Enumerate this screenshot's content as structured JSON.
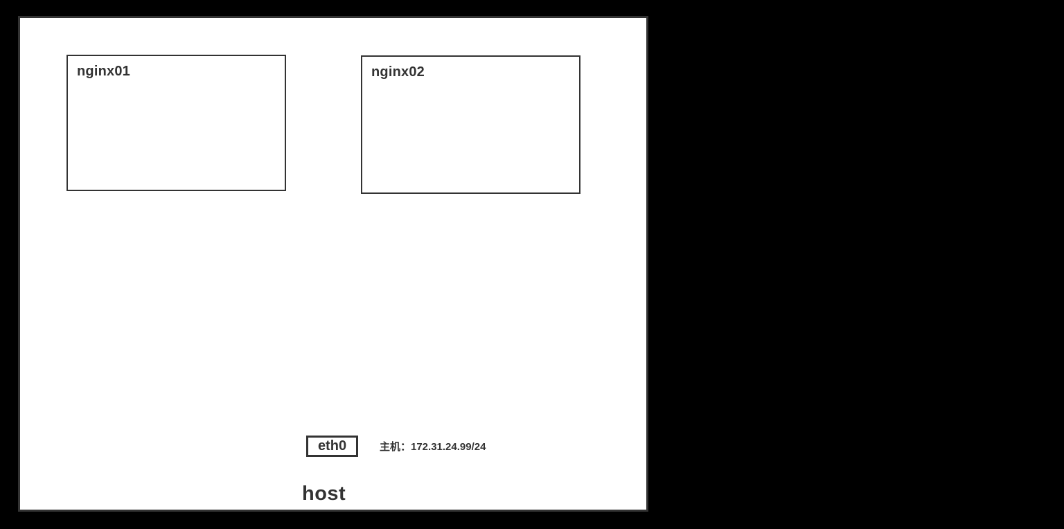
{
  "diagram": {
    "title": "host",
    "containers": [
      {
        "label": "nginx01"
      },
      {
        "label": "nginx02"
      }
    ],
    "interface": {
      "label": "eth0",
      "annotation": "主机：172.31.24.99/24"
    },
    "colors": {
      "background": "#000000",
      "page": "#ffffff",
      "stroke": "#333333",
      "text": "#333333"
    }
  }
}
